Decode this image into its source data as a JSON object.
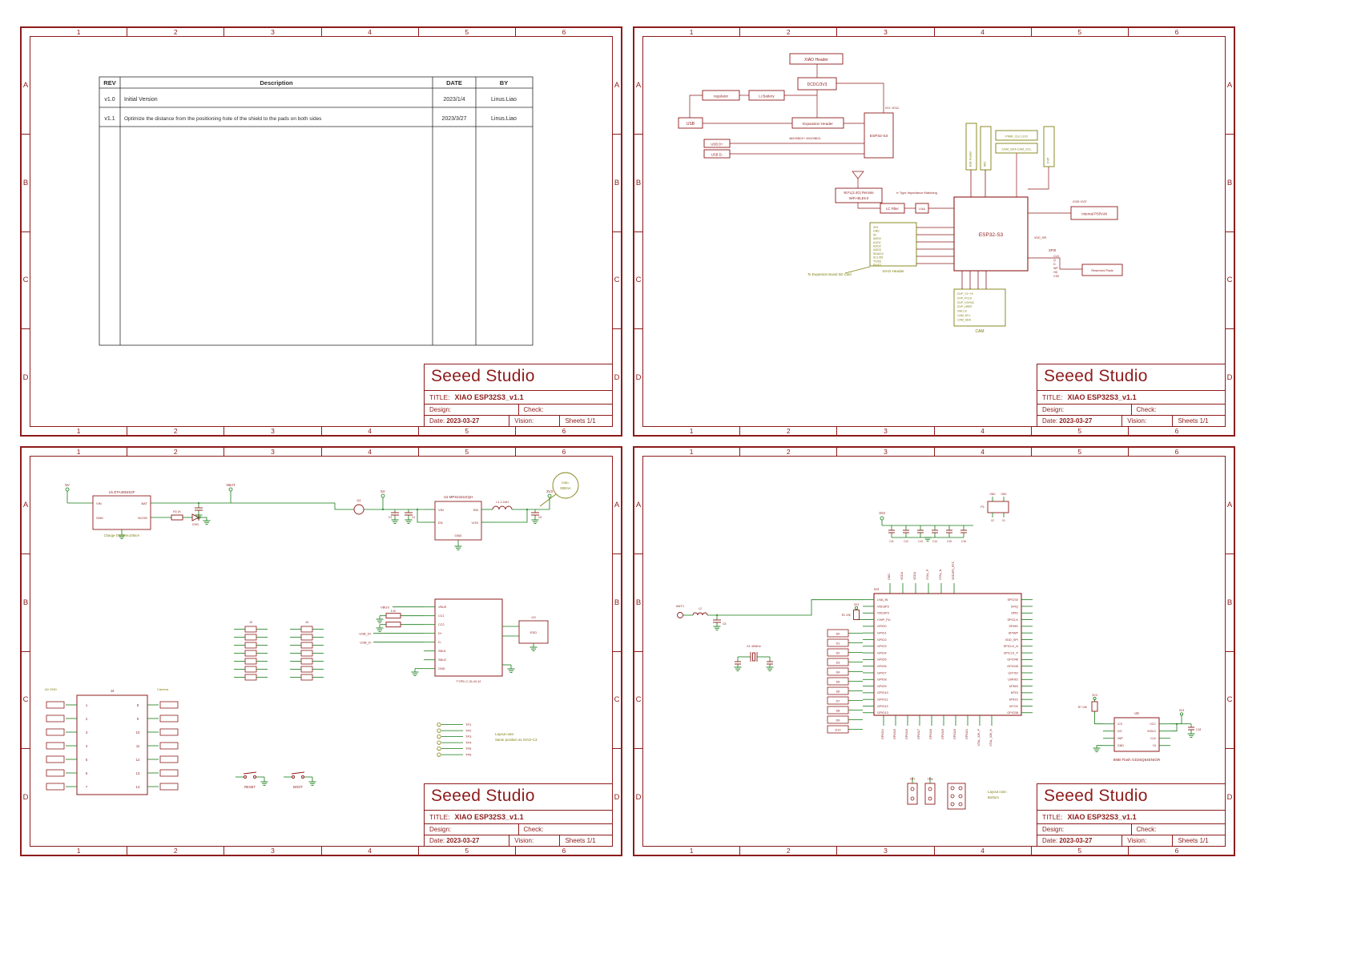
{
  "doc": {
    "ruler": {
      "cols": [
        "1",
        "2",
        "3",
        "4",
        "5",
        "6"
      ],
      "rows": [
        "A",
        "B",
        "C",
        "D"
      ]
    },
    "title_block": {
      "brand": "Seeed Studio",
      "title_label": "TITLE:",
      "title": "XIAO ESP32S3_v1.1",
      "design_label": "Design:",
      "check_label": "Check:",
      "date_label": "Date:",
      "date": "2023-03-27",
      "vision_label": "Vision:",
      "sheets": "Sheets 1/1"
    }
  },
  "s1": {
    "headers": {
      "rev": "REV",
      "desc": "Description",
      "date": "DATE",
      "by": "BY"
    },
    "rows": [
      {
        "rev": "v1.0",
        "desc": "Initial Version",
        "date": "2023/1/4",
        "by": "Linus.Liao"
      },
      {
        "rev": "v1.1",
        "desc": "Optimize the distance from the positioning hole of the shield to the pads on both sides",
        "date": "2023/3/27",
        "by": "Linus.Liao"
      }
    ]
  },
  "s2": {
    "usb": "USB",
    "regulator": "regulator",
    "li_battery": "Li Battery",
    "xiao_header": "XIAO Header",
    "dcdc": "DCDC/3V3",
    "expansion": "Expansion Header",
    "esp32": "ESP32-S3",
    "usb_dp": "USB D+",
    "usb_dm": "USB D-",
    "usbd_note": "48/USBD2+  49/USBD2-",
    "io_note": "IO1~IO11",
    "antenna_label": "W.FL(2.4G) Remote",
    "antenna_label2": "WiFi+BLE5.0",
    "pi_match": "π Type Impedance Matching",
    "lc": "LC Filter",
    "lna": "LNA",
    "chip": "ESP32-S3",
    "xiao_header2": "XIAO Header",
    "xiao_signals": [
      "3V3",
      "GND",
      "5V",
      "A0/D0",
      "A1/D1",
      "A2/D2",
      "A3/D3",
      "SDA/D4",
      "SCL/D5",
      "TX/D6",
      "RX/D7"
    ],
    "sd_note": "To Expansion Board SD Card",
    "cam": "CAM",
    "cam_signals": [
      "DVP_Y2~Y9",
      "DVP_PCLK",
      "DVP_VSYNC",
      "DVP_HREF",
      "XMCLK",
      "CAM_SCL",
      "CAM_SDA"
    ],
    "psram": "Internal PSRAM",
    "psram_note": "IO35~IO37",
    "spi0": "SPI0",
    "spi_pins": [
      "CLK",
      "Q",
      "D",
      "WP",
      "HD",
      "CS0"
    ],
    "vdd_spi": "VDD_SPI",
    "reserved": "Reserved Pads",
    "ann": [
      "B2B Header",
      "MIC",
      "PWM_CLK LDO",
      "CAM_SDA CAM_SCL",
      "DVP"
    ]
  },
  "s3": {
    "u1_ref": "U1  ETA4054S2F",
    "u1_pins": {
      "vin": "VIN",
      "gnd": "GND",
      "bat": "BAT",
      "nchg": "NCHG"
    },
    "u1_note": "Charge-Current≈100mA",
    "r3": "R3 1K",
    "chg": "CHG",
    "iout1": "Iout=",
    "iout2": "500mA",
    "q1": "Q1",
    "u2_ref": "U2  MPS2161GQH",
    "u2_pins": {
      "vin": "VIN",
      "en": "EN",
      "sw": "SW",
      "vos": "VOS",
      "gnd": "GND"
    },
    "c3": "C3",
    "c4": "C4",
    "c5": "C5",
    "l1": "L1 2.2uH",
    "nets": {
      "v5": "5V",
      "vbat": "VBAT",
      "v33": "3V3",
      "vbus": "VBUS",
      "dp": "USB_D+",
      "dm": "USB_D-"
    },
    "r_cc": "5.1K",
    "usb_pins": [
      "VBUS",
      "CC1",
      "CC2",
      "D+",
      "D-",
      "SBU1",
      "SBU2",
      "GND"
    ],
    "usb_label": "TYPE-C-31-M-12",
    "esd_ref": "U3",
    "esd": "ESD",
    "j2": "J2",
    "j3": "J3",
    "j4": "J4",
    "j4_left": [
      "1",
      "2",
      "3",
      "4",
      "5",
      "6",
      "7"
    ],
    "j4_right": [
      "8",
      "9",
      "10",
      "11",
      "12",
      "13",
      "14"
    ],
    "j4_note_l": "A0 GND",
    "j4_note_r": "Camera",
    "reset": "RESET",
    "boot": "BOOT",
    "tps": [
      "TP1",
      "TP2",
      "TP3",
      "TP4",
      "TP5",
      "TP6"
    ],
    "note1": "Layout note:",
    "note2": "Same position as XIAO-C3"
  },
  "s4": {
    "u4": "U4",
    "left_pins": [
      "LNA_IN",
      "VDD3P3",
      "VDD3P3",
      "CHIP_PU",
      "GPIO0",
      "GPIO1",
      "GPIO2",
      "GPIO3",
      "GPIO4",
      "GPIO5",
      "GPIO6",
      "GPIO7",
      "GPIO8",
      "GPIO9",
      "GPIO10",
      "GPIO11",
      "GPIO12",
      "GPIO13"
    ],
    "right_pins": [
      "SPICS0",
      "SPIQ",
      "SPID",
      "SPICLK",
      "SPIHD",
      "SPIWP",
      "VDD_SPI",
      "SPICLK_N",
      "SPICLK_P",
      "GPIO46",
      "GPIO45",
      "U0TXD",
      "U0RXD",
      "MTMS",
      "MTDI",
      "MTDO",
      "MTCK",
      "GPIO38"
    ],
    "top_pins": [
      "GND",
      "VDDA",
      "VDDA",
      "XTAL_P",
      "XTAL_N",
      "VDD3P3_RTC"
    ],
    "bottom_pins": [
      "GPIO14",
      "GPIO15",
      "GPIO16",
      "GPIO17",
      "GPIO18",
      "GPIO19",
      "GPIO20",
      "GPIO21",
      "XTAL_32K_P",
      "XTAL_32K_N"
    ],
    "tags": [
      "D0",
      "D1",
      "D2",
      "D3",
      "D4",
      "D5",
      "D6",
      "D7",
      "D8",
      "D9",
      "D10"
    ],
    "ant": "ANT1",
    "l2": "L2",
    "c8": "C8",
    "x1": "X1 40MHz",
    "v33": "3V3",
    "r1": "R1 10K",
    "caps": [
      "C11",
      "C12",
      "C13",
      "C14",
      "C15",
      "C16"
    ],
    "p1": "P1",
    "p1_top": [
      "GND",
      "GND"
    ],
    "p1_bot": [
      "X2",
      "X1"
    ],
    "u5": "U5",
    "flash_l": [
      "/CS",
      "DO",
      "/WP",
      "GND"
    ],
    "flash_r": [
      "VCC",
      "/HOLD",
      "CLK",
      "DI"
    ],
    "flash_label": "8MB Flash  GD25Q64ENIGR",
    "r7": "R7 10K",
    "c18": "C18",
    "tp7": "TP7",
    "tp8": "TP8",
    "note1": "Layout note :",
    "note2": "Bottom"
  }
}
